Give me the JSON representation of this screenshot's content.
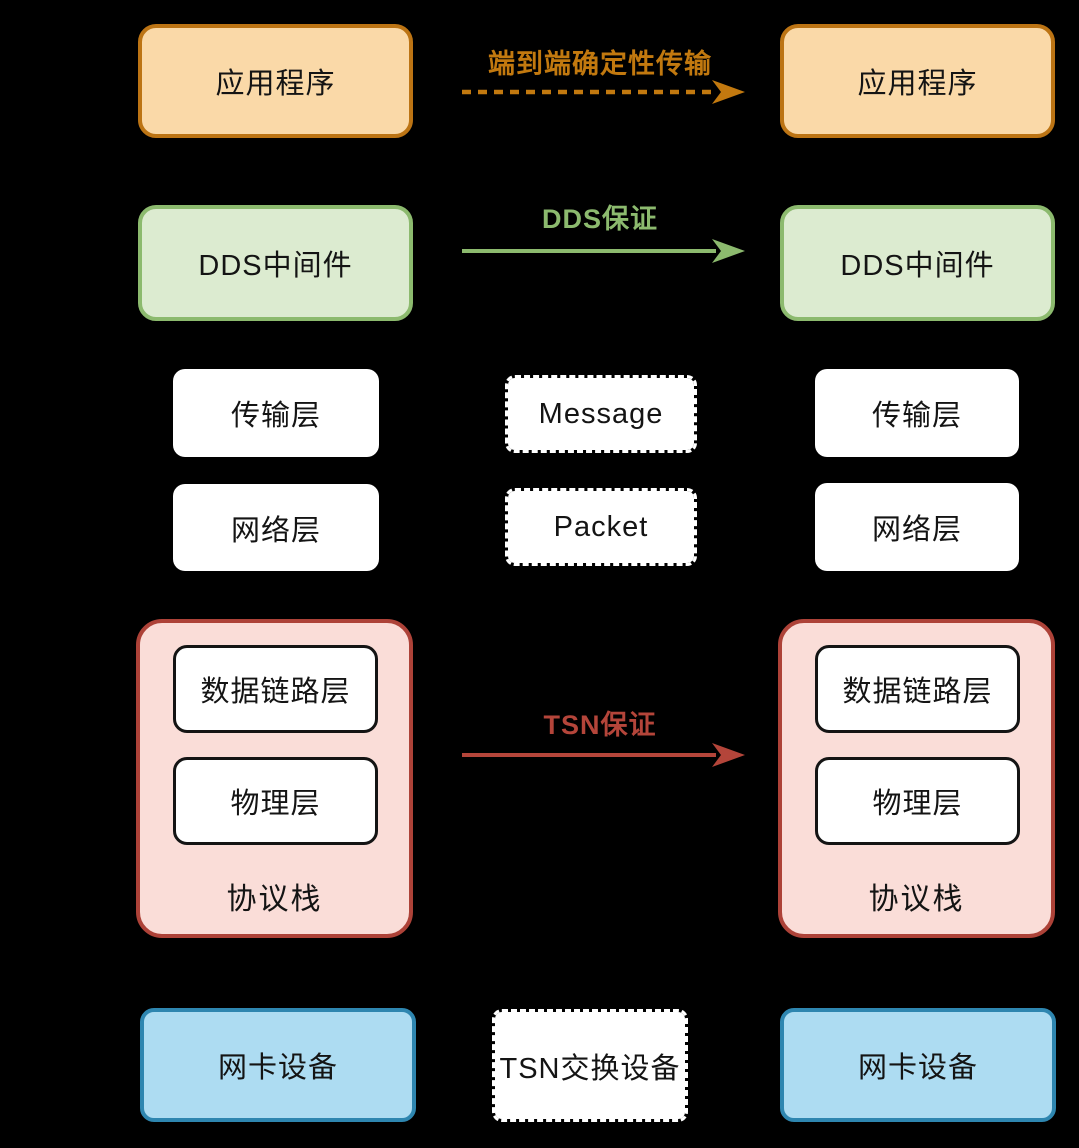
{
  "colors": {
    "background": "#000000",
    "box_text": "#141414",
    "orange_fill": "#FAD9A8",
    "orange_border": "#BC7414",
    "orange_accent": "#C2790F",
    "green_fill": "#DCEBD0",
    "green_border": "#8CBA6E",
    "green_accent": "#8CBA6E",
    "red_fill": "#FADDD8",
    "red_border": "#AD4238",
    "red_accent": "#B4453A",
    "blue_fill": "#ADDCF2",
    "blue_border": "#2E86B0"
  },
  "left_host": {
    "application": "应用程序",
    "dds_middleware": "DDS中间件",
    "transport_layer": "传输层",
    "network_layer": "网络层",
    "protocol_stack": {
      "data_link_layer": "数据链路层",
      "physical_layer": "物理层",
      "label": "协议栈"
    },
    "nic_device": "网卡设备"
  },
  "right_host": {
    "application": "应用程序",
    "dds_middleware": "DDS中间件",
    "transport_layer": "传输层",
    "network_layer": "网络层",
    "protocol_stack": {
      "data_link_layer": "数据链路层",
      "physical_layer": "物理层",
      "label": "协议栈"
    },
    "nic_device": "网卡设备"
  },
  "middle": {
    "e2e_label": "端到端确定性传输",
    "dds_label": "DDS保证",
    "message_box": "Message",
    "packet_box": "Packet",
    "tsn_label": "TSN保证",
    "tsn_switch": "TSN交换设备"
  }
}
